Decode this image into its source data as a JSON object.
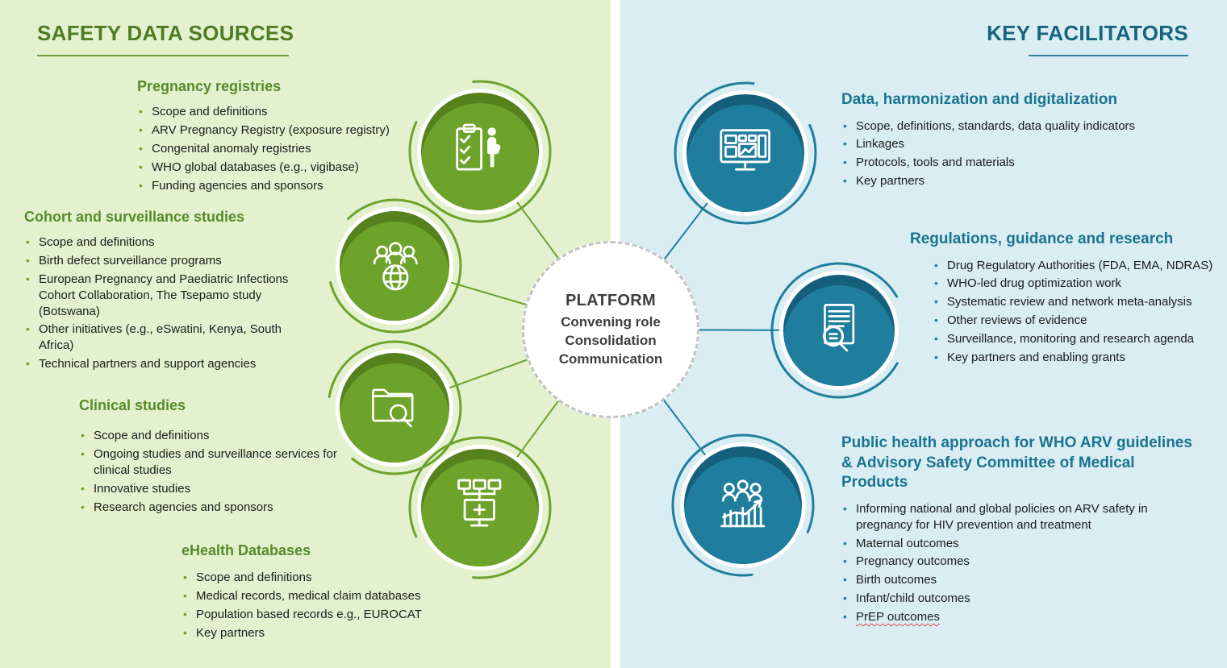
{
  "left_panel": {
    "title": "SAFETY DATA SOURCES",
    "background_color": "#e4f1cf",
    "accent_color": "#6da32a",
    "sections": [
      {
        "heading": "Pregnancy registries",
        "items": [
          "Scope and definitions",
          "ARV Pregnancy Registry (exposure registry)",
          "Congenital anomaly registries",
          "WHO global databases (e.g., vigibase)",
          "Funding agencies and sponsors"
        ]
      },
      {
        "heading": "Cohort and surveillance studies",
        "items": [
          "Scope and definitions",
          "Birth defect surveillance programs",
          "European Pregnancy and Paediatric Infections Cohort Collaboration, The Tsepamo study (Botswana)",
          "Other initiatives (e.g., eSwatini, Kenya, South Africa)",
          "Technical partners and support agencies"
        ]
      },
      {
        "heading": "Clinical studies",
        "items": [
          "Scope and definitions",
          "Ongoing studies and surveillance services for clinical studies",
          "Innovative studies",
          "Research agencies and sponsors"
        ]
      },
      {
        "heading": "eHealth Databases",
        "items": [
          "Scope and definitions",
          "Medical records, medical claim databases",
          "Population based records e.g., EUROCAT",
          "Key partners"
        ]
      }
    ]
  },
  "right_panel": {
    "title": "KEY FACILITATORS",
    "background_color": "#d9edf3",
    "accent_color": "#1f7e9d",
    "sections": [
      {
        "heading": "Data, harmonization and digitalization",
        "items": [
          "Scope, definitions, standards, data quality indicators",
          "Linkages",
          "Protocols, tools and materials",
          "Key partners"
        ]
      },
      {
        "heading": "Regulations, guidance and research",
        "items": [
          "Drug Regulatory Authorities (FDA, EMA, NDRAS)",
          "WHO-led drug optimization work",
          "Systematic review and network meta-analysis",
          "Other reviews of evidence",
          "Surveillance, monitoring and research agenda",
          "Key partners  and enabling grants"
        ]
      },
      {
        "heading": "Public health approach for WHO ARV guidelines &  Advisory Safety Committee of Medical Products",
        "items": [
          "Informing national and global policies on ARV safety in pregnancy for HIV prevention and treatment",
          "Maternal outcomes",
          "Pregnancy outcomes",
          "Birth outcomes",
          "Infant/child outcomes",
          "PrEP outcomes"
        ]
      }
    ]
  },
  "center": {
    "title": "PLATFORM",
    "roles": [
      "Convening role",
      "Consolidation",
      "Communication"
    ]
  },
  "nodes": [
    {
      "id": "pregnancy-registries",
      "icon": "checklist-pregnant-woman-icon",
      "color": "#6da32a"
    },
    {
      "id": "cohort-surveillance-studies",
      "icon": "people-globe-icon",
      "color": "#6da32a"
    },
    {
      "id": "clinical-studies",
      "icon": "folder-magnifier-icon",
      "color": "#6da32a"
    },
    {
      "id": "ehealth-databases",
      "icon": "connected-monitors-icon",
      "color": "#6da32a"
    },
    {
      "id": "data-harmonization-digitalization",
      "icon": "dashboard-monitor-icon",
      "color": "#1f7e9d"
    },
    {
      "id": "regulations-guidance-research",
      "icon": "document-magnifier-icon",
      "color": "#1f7e9d"
    },
    {
      "id": "public-health-approach",
      "icon": "people-chart-icon",
      "color": "#1f7e9d"
    }
  ],
  "colors": {
    "left_title": "#4f7b23",
    "right_title": "#16657e",
    "green_dark": "#55821c",
    "teal_dark": "#14607c",
    "body_text": "#1b1b1b"
  }
}
